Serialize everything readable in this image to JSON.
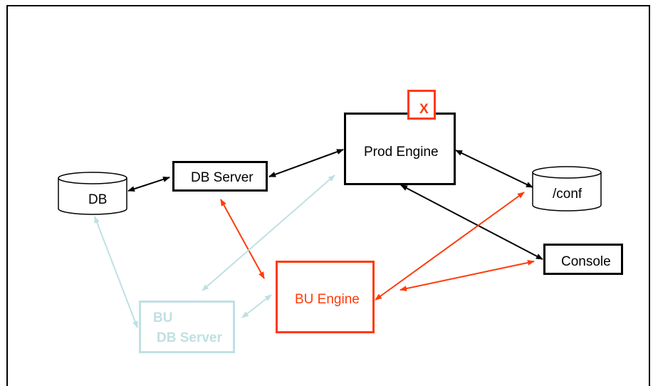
{
  "nodes": {
    "db": {
      "label": "DB"
    },
    "db_server": {
      "label": "DB Server"
    },
    "prod_engine": {
      "label": "Prod Engine",
      "status_mark": "X"
    },
    "conf": {
      "label": "/conf"
    },
    "console": {
      "label": "Console"
    },
    "bu_engine": {
      "label": "BU Engine"
    },
    "bu_db_server": {
      "label_line1": "BU",
      "label_line2": "DB Server"
    }
  },
  "colors": {
    "primary": "#000000",
    "failure": "#ff3b0a",
    "backup_inactive": "#bfe0e3"
  }
}
